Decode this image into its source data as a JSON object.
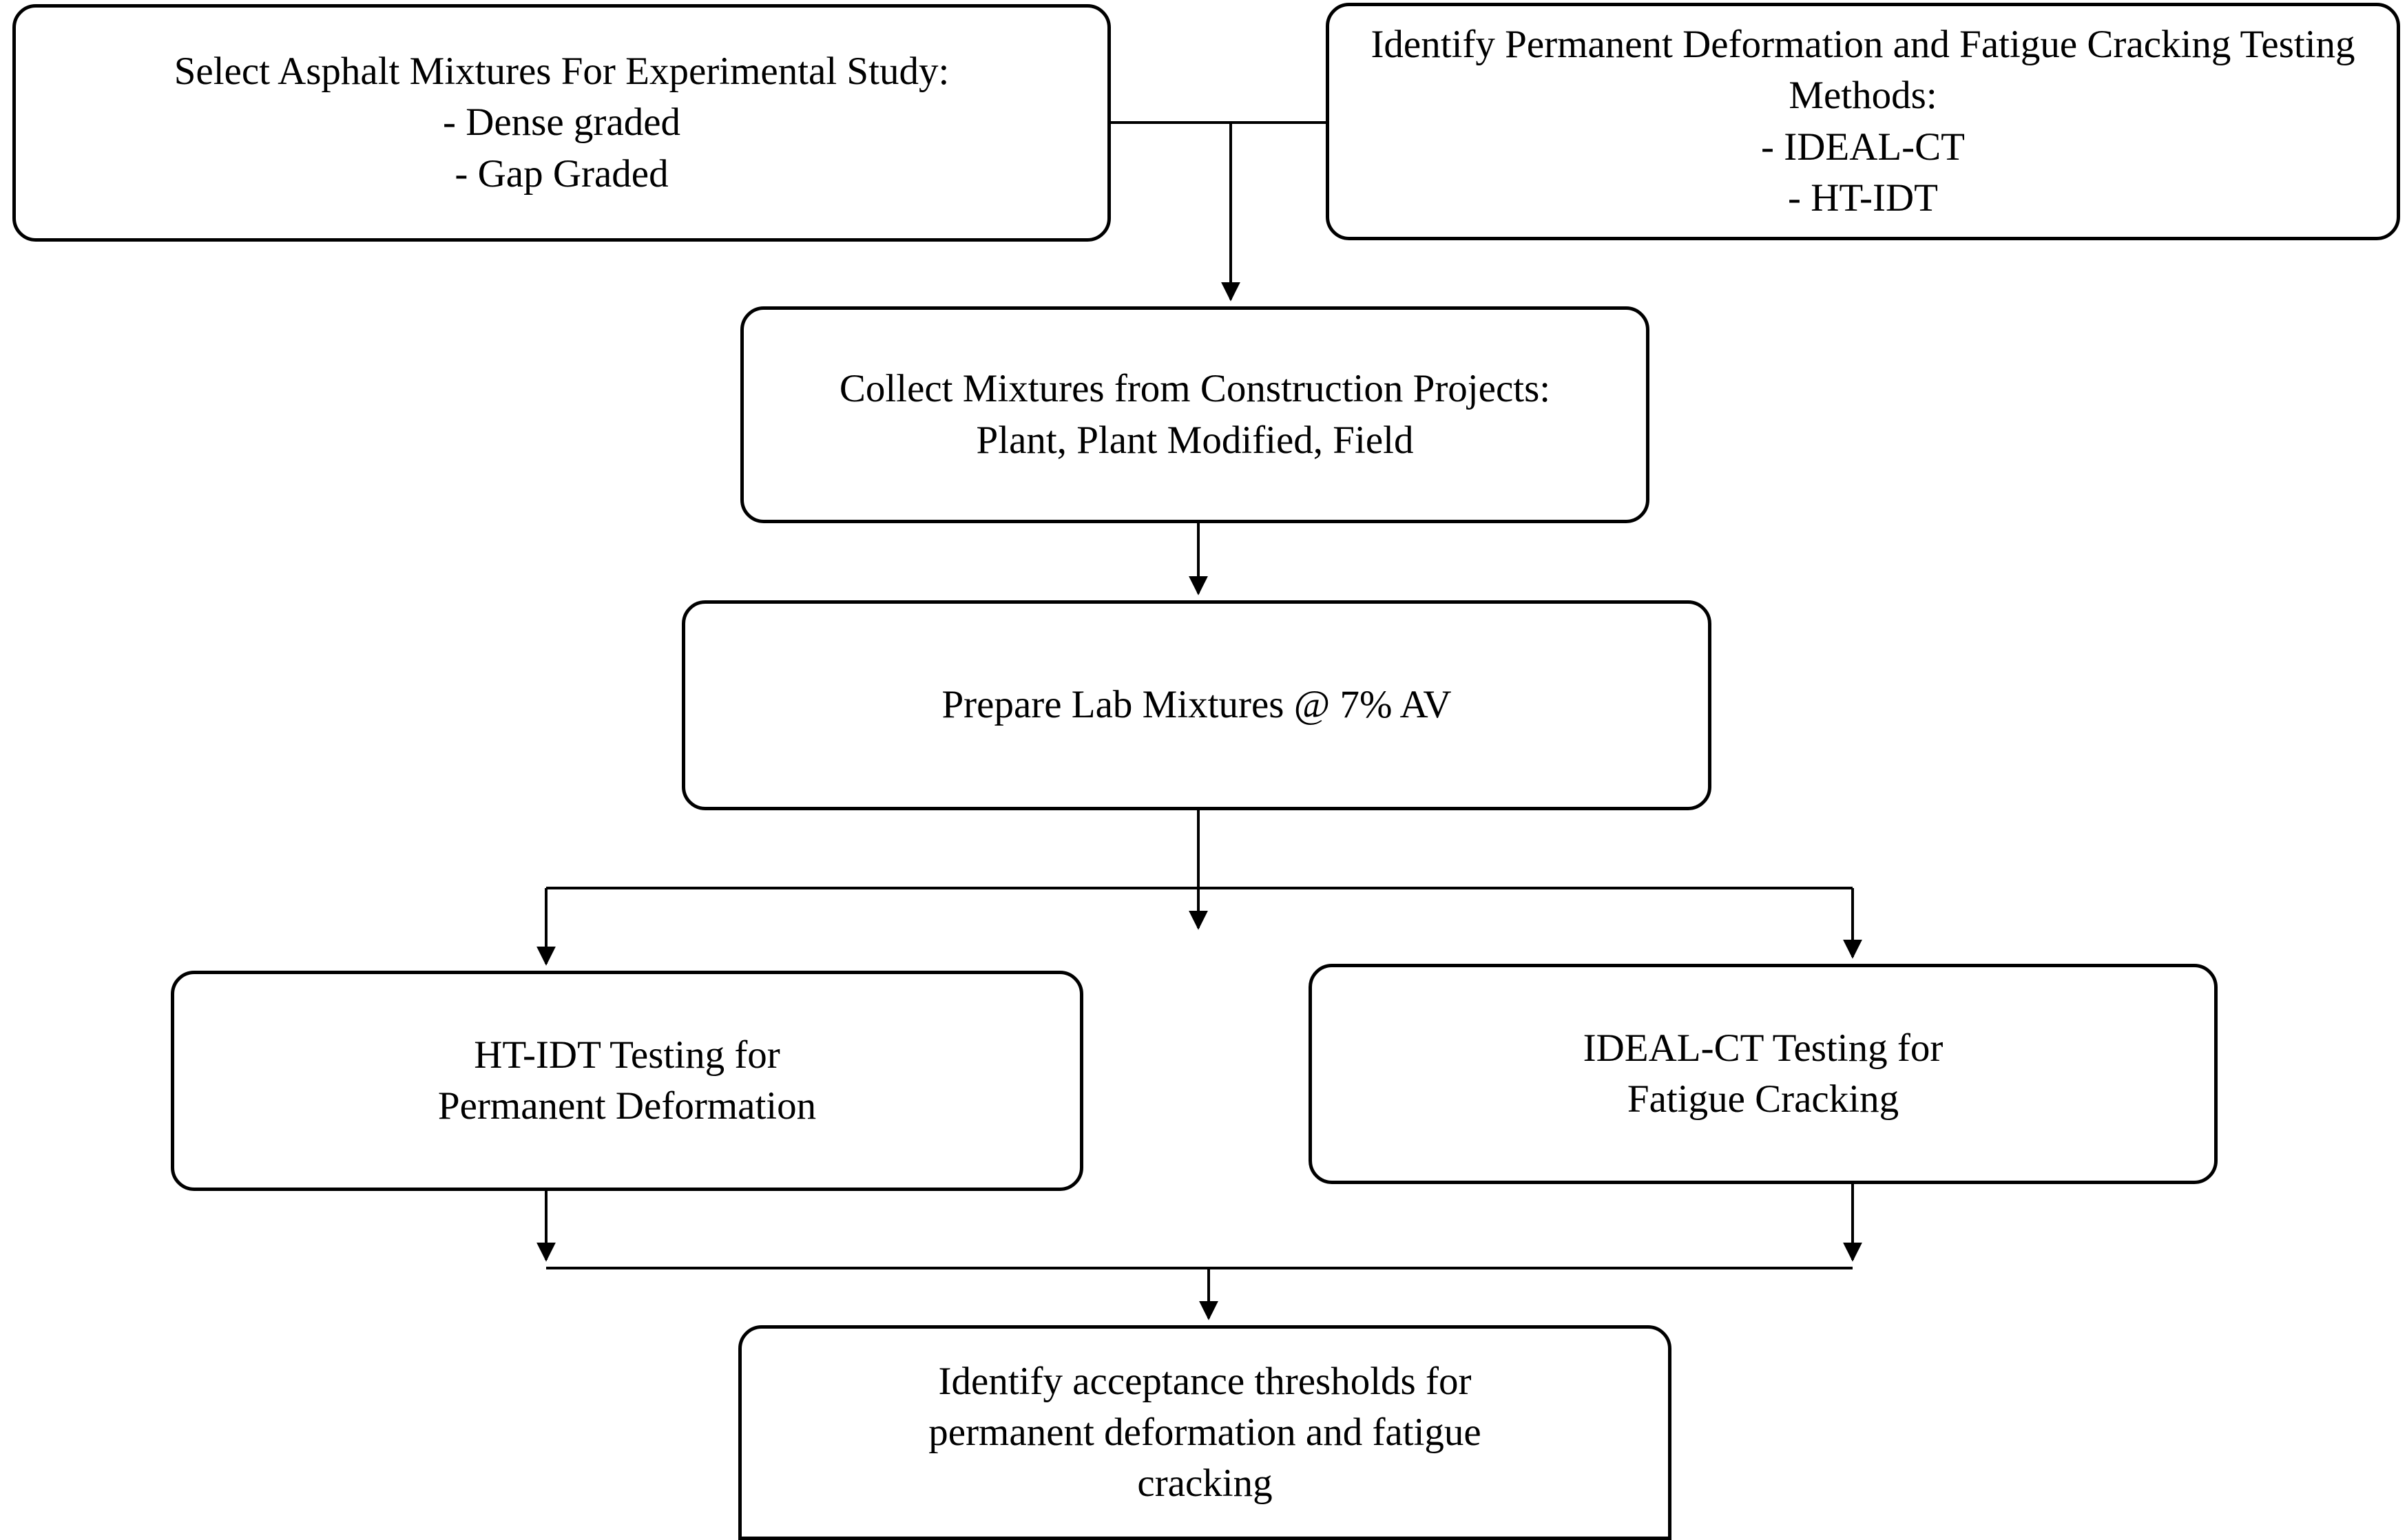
{
  "diagram": {
    "type": "flowchart",
    "title": "Experimental study flow chart",
    "nodes": {
      "select_mixtures": "Select Asphalt Mixtures For Experimental Study:\n- Dense graded\n- Gap Graded",
      "identify_methods": "Identify Permanent Deformation and Fatigue Cracking Testing Methods:\n- IDEAL-CT\n- HT-IDT",
      "collect_mixtures": "Collect Mixtures from Construction Projects:\nPlant, Plant Modified, Field",
      "prepare_lab": "Prepare Lab Mixtures @ 7% AV",
      "htidt_testing": "HT-IDT Testing for\nPermanent Deformation",
      "idealct_testing": "IDEAL-CT  Testing for\nFatigue Cracking",
      "identify_thresholds": "Identify acceptance thresholds for\npermanent deformation and fatigue\ncracking"
    },
    "edges": [
      {
        "from": "select_mixtures",
        "to": "collect_mixtures"
      },
      {
        "from": "identify_methods",
        "to": "collect_mixtures"
      },
      {
        "from": "collect_mixtures",
        "to": "prepare_lab"
      },
      {
        "from": "prepare_lab",
        "to": "htidt_testing"
      },
      {
        "from": "prepare_lab",
        "to": "idealct_testing"
      },
      {
        "from": "htidt_testing",
        "to": "identify_thresholds"
      },
      {
        "from": "idealct_testing",
        "to": "identify_thresholds"
      }
    ],
    "colors": {
      "stroke": "#000000",
      "fill": "#ffffff",
      "text": "#000000"
    }
  }
}
